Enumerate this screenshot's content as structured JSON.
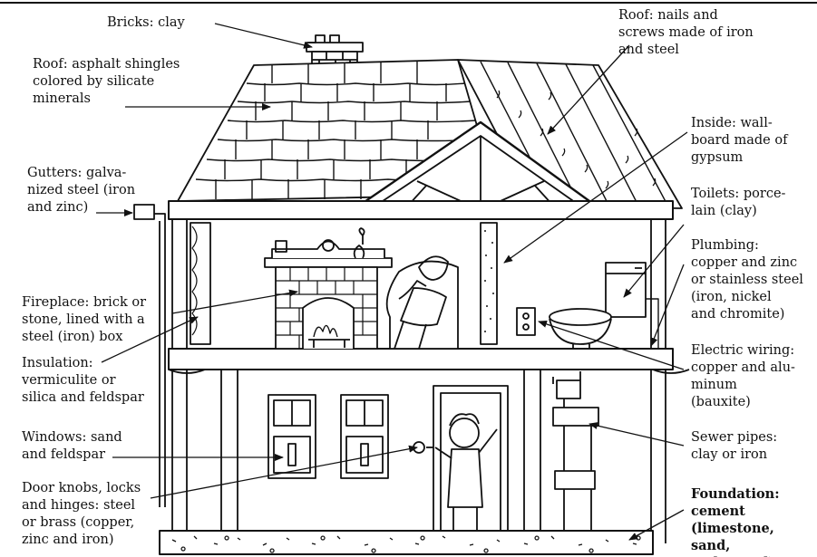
{
  "labels": {
    "bricks": "Bricks: clay",
    "roof_shingles": "Roof: asphalt shingles\ncolored by silicate\nminerals",
    "gutters": "Gutters: galva-\nnized steel (iron\nand zinc)",
    "fireplace": "Fireplace: brick or\nstone, lined with a\nsteel (iron) box",
    "insulation": "Insulation:\nvermiculite or\nsilica and feldspar",
    "windows": "Windows: sand\nand feldspar",
    "door_knobs": "Door knobs, locks\nand hinges: steel\nor brass (copper,\nzinc and iron)",
    "roof_nails": "Roof: nails and\nscrews made of iron\nand steel",
    "inside": "Inside: wall-\nboard made of\ngypsum",
    "toilets": "Toilets: porce-\nlain (clay)",
    "plumbing": "Plumbing:\ncopper and zinc\nor stainless steel\n(iron, nickel\nand chromite)",
    "electric": "Electric wiring:\ncopper and alu-\nminum\n(bauxite)",
    "sewer": "Sewer pipes:\nclay or iron",
    "foundation": "Foundation:\ncement\n(limestone, sand,\nand gravel)"
  }
}
